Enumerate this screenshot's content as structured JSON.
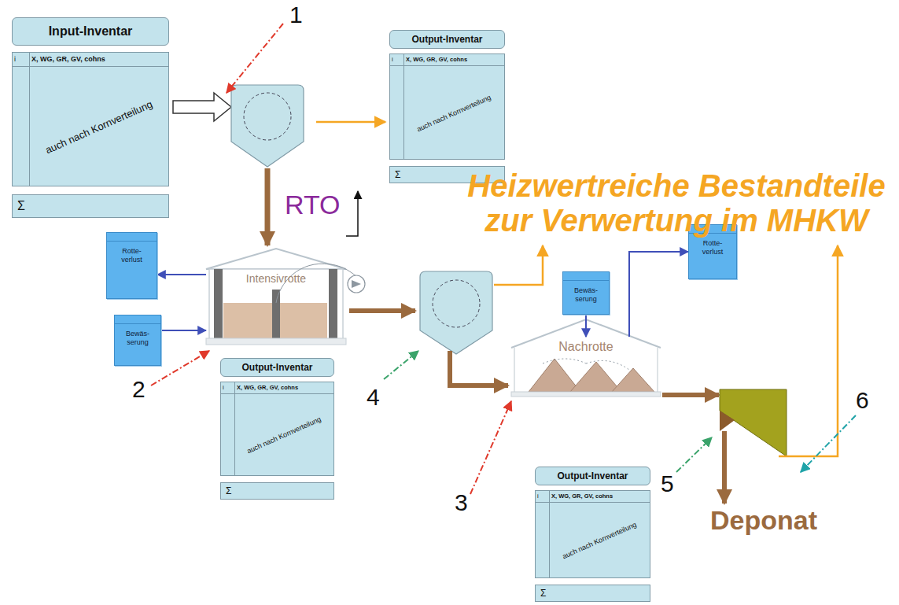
{
  "diagram": {
    "nodes": [
      {
        "text": [
          "Input-Inventar",
          "i",
          "X, WG, GR, GV, cohns",
          "auch nach Kornverteilung",
          "Σ"
        ]
      },
      {
        "text": [
          "Output-Inventar",
          "i",
          "X, WG, GR, GV, cohns",
          "auch nach Kornverteilung",
          "Σ"
        ]
      },
      {
        "text": [
          "Rotte- verlust"
        ]
      },
      {
        "text": [
          "Intensivrotte"
        ]
      },
      {
        "text": [
          "Bewäs- serung"
        ]
      },
      {
        "text": [
          "Output-Inventar",
          "i",
          "X, WG, GR, GV, cohns",
          "auch nach Kornverteilung",
          "Σ"
        ]
      },
      {
        "text": [
          "Bewäs- serung"
        ]
      },
      {
        "text": [
          "Rotte- verlust"
        ]
      },
      {
        "text": [
          "Nachrotte"
        ]
      },
      {
        "text": [
          "Output-Inventar",
          "i",
          "X, WG, GR, GV, cohns",
          "auch nach Kornverteilung",
          "Σ"
        ]
      }
    ],
    "edges": [
      {
        "from": 3,
        "to": 2,
        "arrow": "to"
      },
      {
        "from": 4,
        "to": 3,
        "arrow": "to"
      },
      {
        "from": 6,
        "to": 8,
        "arrow": "to"
      },
      {
        "from": 8,
        "to": 7,
        "arrow": "to"
      }
    ],
    "labels": [
      "1",
      "2",
      "3",
      "4",
      "5",
      "6",
      "RTO",
      "Heizwertreiche Bestandteile zur Verwertung im MHKW",
      "Deponat"
    ]
  }
}
